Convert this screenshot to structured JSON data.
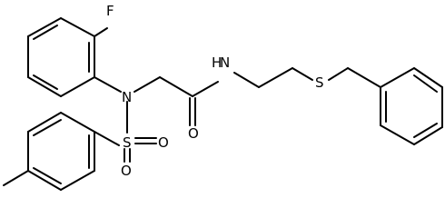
{
  "atoms": {
    "fluorine": "F",
    "nitrogen_sulfonamide": "N",
    "sulfur_sulfonyl": "S",
    "oxygen_sulfonyl_1": "O",
    "oxygen_sulfonyl_2": "O",
    "oxygen_carbonyl": "O",
    "nitrogen_amide": "N",
    "hydrogen_amide": "H",
    "sulfur_thioether": "S"
  },
  "colors": {
    "bond": "#000000",
    "label": "#000000",
    "background": "#ffffff"
  }
}
